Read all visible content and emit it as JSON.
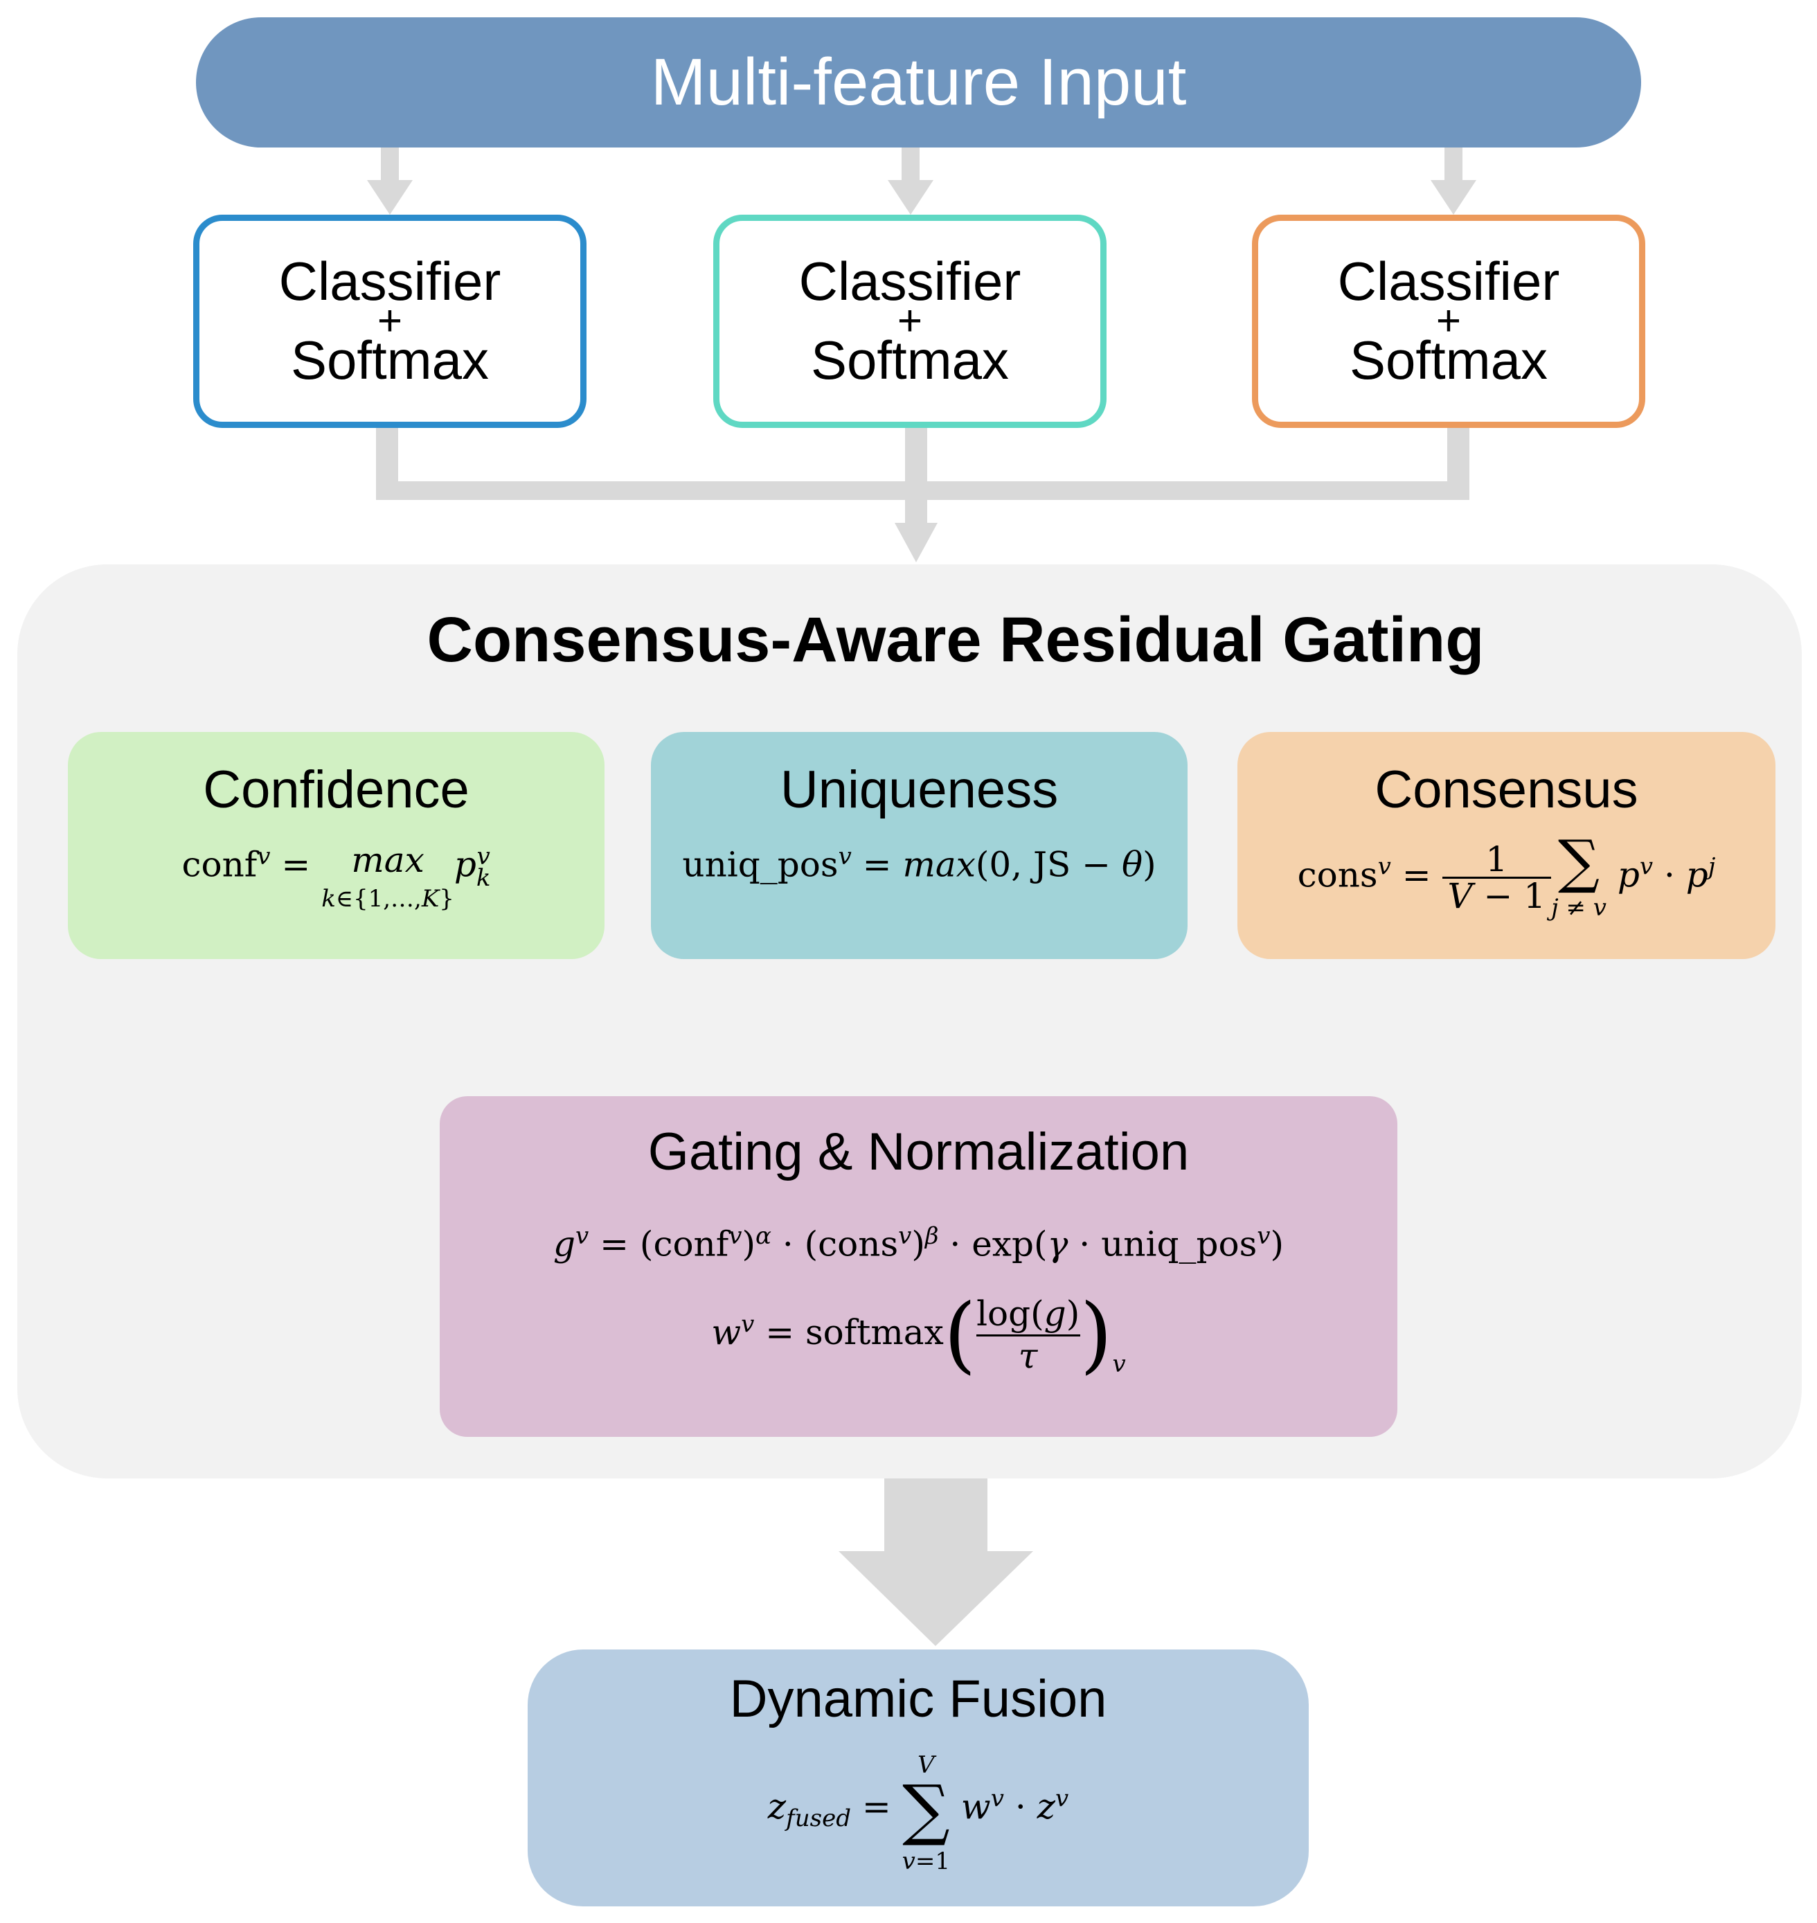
{
  "input": {
    "label": "Multi-feature Input"
  },
  "classifiers": [
    {
      "line1": "Classifier",
      "plus": "+",
      "line2": "Softmax"
    },
    {
      "line1": "Classifier",
      "plus": "+",
      "line2": "Softmax"
    },
    {
      "line1": "Classifier",
      "plus": "+",
      "line2": "Softmax"
    }
  ],
  "gating": {
    "title": "Consensus-Aware Residual Gating",
    "confidence": {
      "title": "Confidence"
    },
    "uniqueness": {
      "title": "Uniqueness"
    },
    "consensus": {
      "title": "Consensus"
    },
    "normalization": {
      "title": "Gating & Normalization"
    }
  },
  "fusion": {
    "title": "Dynamic Fusion"
  },
  "colors": {
    "input": "#7096bf",
    "classifier_1_border": "#2b8ccc",
    "classifier_2_border": "#5fd8c3",
    "classifier_3_border": "#ec9a5c",
    "panel": "#f2f2f2",
    "confidence": "#d1f0c3",
    "uniqueness": "#a1d3d8",
    "consensus": "#f5d2ac",
    "gating": "#dbbed4",
    "fusion": "#b7cde2",
    "arrows": "#d9d9d9"
  }
}
